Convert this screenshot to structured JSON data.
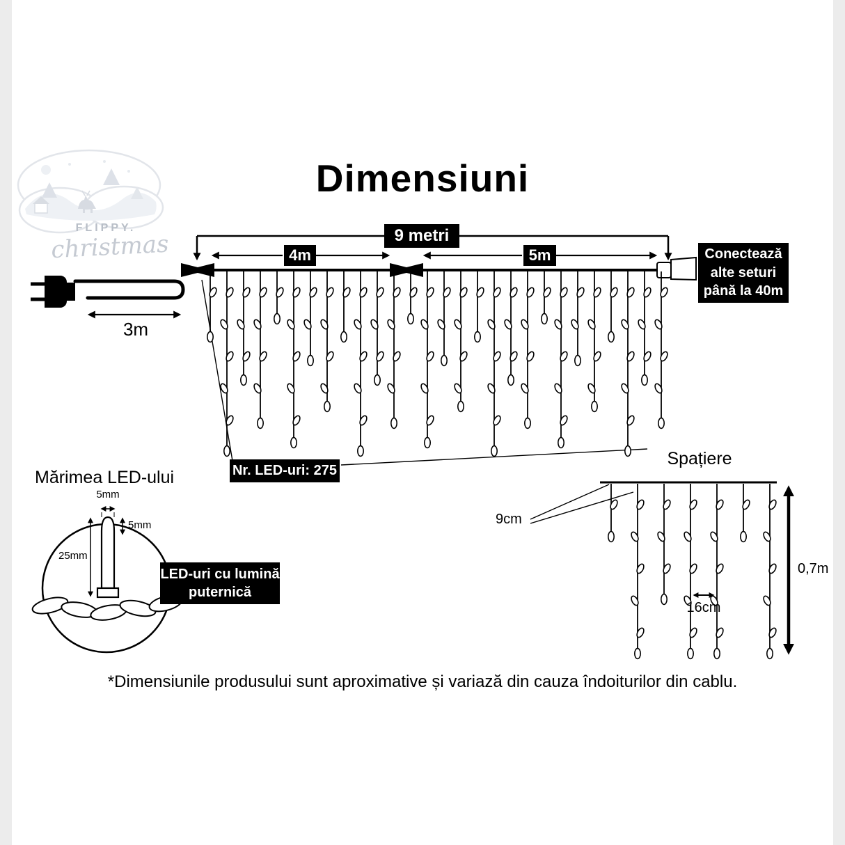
{
  "title": "Dimensiuni",
  "logo": {
    "brand_top": "FLIPPY.",
    "brand_bottom": "christmas"
  },
  "main": {
    "total": "9 metri",
    "section_left": "4m",
    "section_right": "5m",
    "lead": "3m",
    "connect_note": "Conectează alte seturi până la 40m",
    "led_count": "Nr. LED-uri: 275"
  },
  "led": {
    "title": "Mărimea LED-ului",
    "width": "5mm",
    "tip": "5mm",
    "length": "25mm",
    "note_lines": [
      "LED-uri cu lumină",
      "puternică"
    ]
  },
  "spacing": {
    "title": "Spațiere",
    "top_gap": "9cm",
    "drop_gap": "16cm",
    "height": "0,7m"
  },
  "disclaimer": "*Dimensiunile produsului sunt aproximative și variază din cauza îndoiturilor din cablu."
}
